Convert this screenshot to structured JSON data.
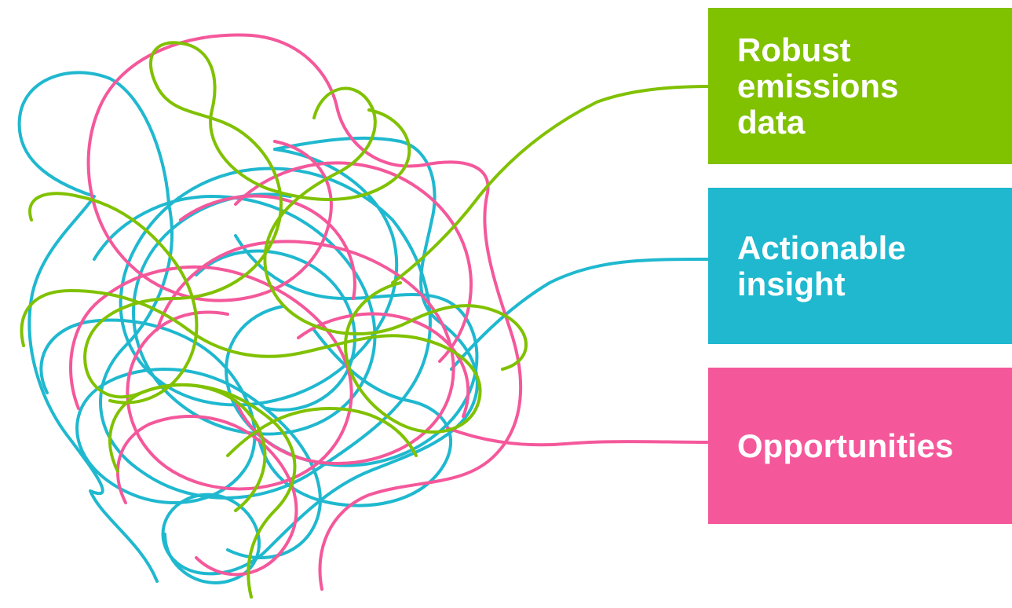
{
  "colors": {
    "green": "#80c100",
    "teal": "#1fb8cf",
    "pink": "#f4589b",
    "background": "#ffffff",
    "text": "#ffffff"
  },
  "labels": {
    "robust": {
      "lines": [
        "Robust",
        "emissions",
        "data"
      ],
      "color": "#80c100"
    },
    "actionable": {
      "lines": [
        "Actionable",
        "insight"
      ],
      "color": "#1fb8cf"
    },
    "opportunities": {
      "lines": [
        "Opportunities"
      ],
      "color": "#f4589b"
    }
  }
}
